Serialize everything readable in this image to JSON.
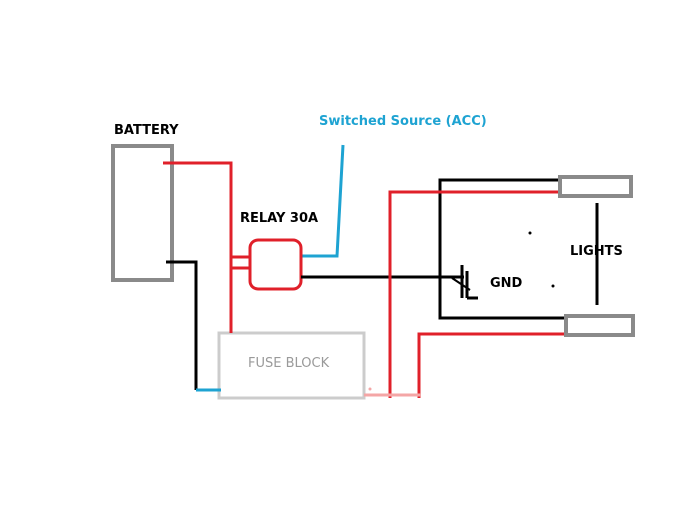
{
  "labels": {
    "battery": "BATTERY",
    "switched_source": "Switched Source (ACC)",
    "relay": "RELAY 30A",
    "gnd": "GND",
    "lights": "LIGHTS",
    "fuse_block": "FUSE BLOCK"
  },
  "colors": {
    "wire_power": "#e0202a",
    "wire_ground": "#000000",
    "wire_switched": "#1ea3d2",
    "wire_fused_out": "#f4a6a6",
    "component_outline": "#8a8a8a",
    "fuse_block_outline": "#cccccc"
  }
}
